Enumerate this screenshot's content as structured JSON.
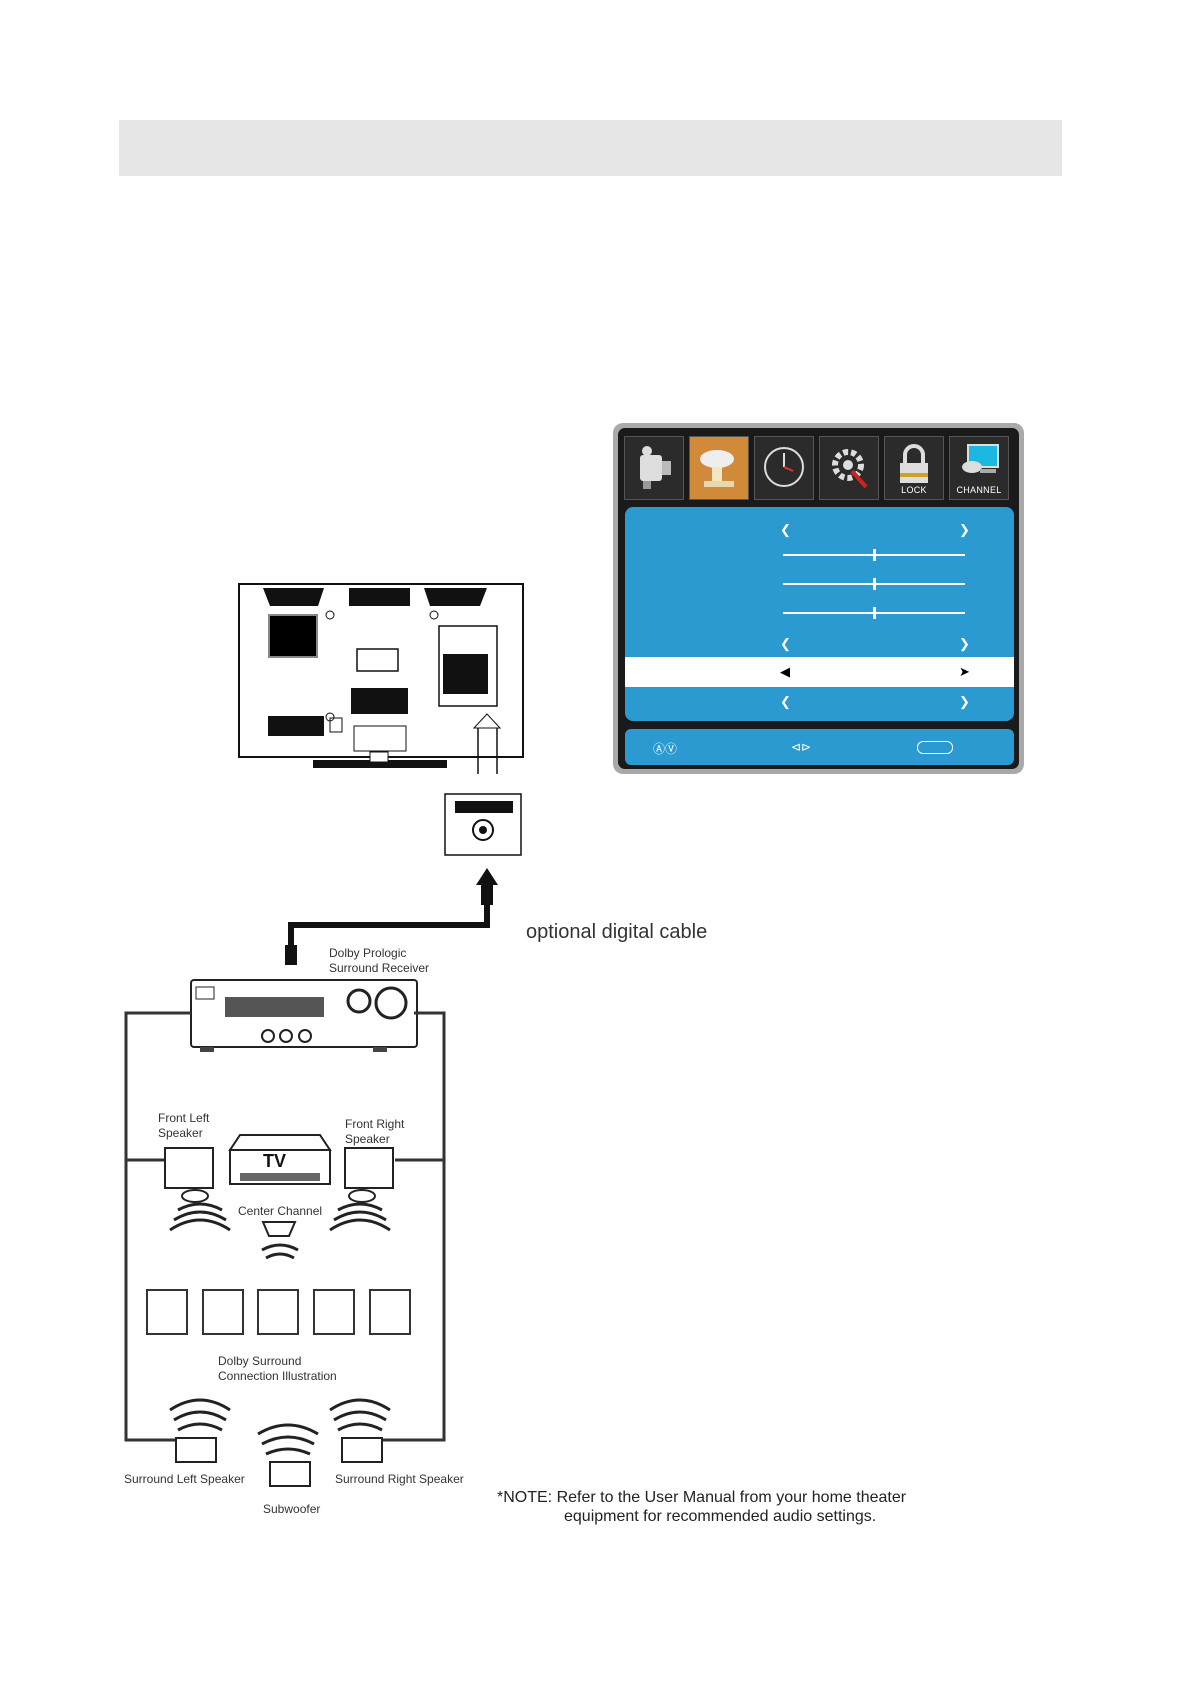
{
  "menu": {
    "tabs": [
      {
        "icon": "video-camera-icon",
        "label": ""
      },
      {
        "icon": "satellite-dish-icon",
        "label": ""
      },
      {
        "icon": "clock-icon",
        "label": ""
      },
      {
        "icon": "gear-icon",
        "label": ""
      },
      {
        "icon": "lock-icon",
        "label": "LOCK"
      },
      {
        "icon": "monitor-icon",
        "label": "CHANNEL"
      }
    ],
    "active_tab": 1,
    "rows": [
      {
        "type": "select",
        "selected": false
      },
      {
        "type": "slider",
        "level": 0.5
      },
      {
        "type": "slider",
        "level": 0.5
      },
      {
        "type": "slider",
        "level": 0.5
      },
      {
        "type": "select",
        "selected": false
      },
      {
        "type": "select",
        "selected": true
      },
      {
        "type": "select",
        "selected": false
      }
    ],
    "hints": {
      "updown": "ⒶⓋ",
      "leftright": "⊲⊳"
    }
  },
  "diagram": {
    "cable_label": "optional digital cable",
    "receiver_label_1": "Dolby Prologic",
    "receiver_label_2": "Surround Receiver",
    "front_left_1": "Front Left",
    "front_left_2": "Speaker",
    "front_right_1": "Front Right",
    "front_right_2": "Speaker",
    "tv_text": "TV",
    "center_channel": "Center Channel",
    "illustration_1": "Dolby Surround",
    "illustration_2": "Connection Illustration",
    "surround_left": "Surround Left Speaker",
    "surround_right": "Surround Right Speaker",
    "subwoofer": "Subwoofer",
    "note_1": "*NOTE: Refer to the User Manual from your home theater",
    "note_2": "equipment for recommended audio settings."
  },
  "colors": {
    "menu_blue": "#2a9ad0",
    "tab_active": "#d08a3a"
  }
}
